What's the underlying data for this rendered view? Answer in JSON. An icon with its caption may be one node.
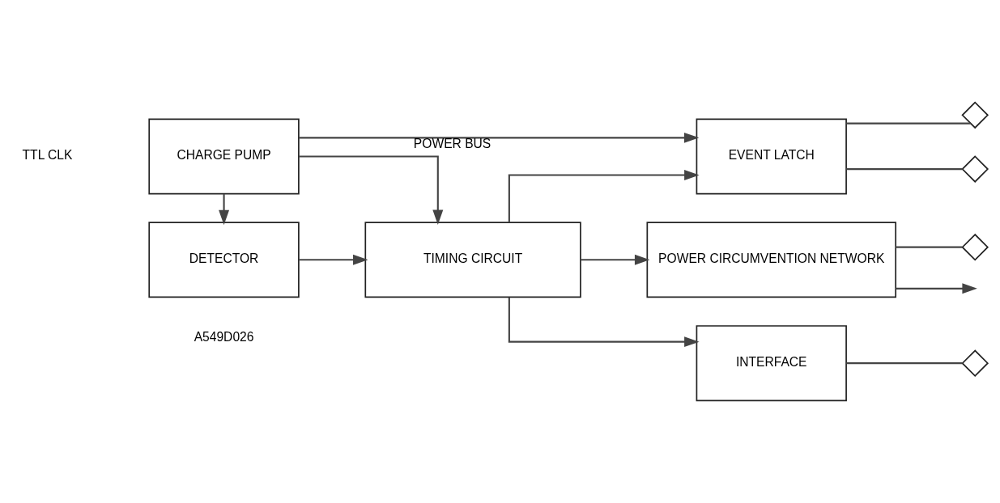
{
  "diagram": {
    "nodes": [
      {
        "text": [
          "CHARGE PUMP"
        ]
      },
      {
        "text": [
          "DETECTOR"
        ]
      },
      {
        "text": [
          "EVENT LATCH"
        ]
      },
      {
        "text": [
          "TIMING CIRCUIT"
        ]
      },
      {
        "text": [
          "POWER CIRCUMVENTION NETWORK"
        ]
      },
      {
        "text": [
          "INTERFACE"
        ]
      },
      {
        "text": [],
        "shape": "diamond"
      },
      {
        "text": [],
        "shape": "diamond"
      },
      {
        "text": [],
        "shape": "diamond"
      },
      {
        "text": [],
        "shape": "diamond"
      }
    ],
    "edges": [
      {
        "from": 0,
        "to": 1,
        "arrow": "to"
      },
      {
        "from": 0,
        "to": 2,
        "arrow": "to",
        "label": "POWER BUS"
      },
      {
        "from": 0,
        "to": 3,
        "arrow": "to"
      },
      {
        "from": 1,
        "to": 3,
        "arrow": "to"
      },
      {
        "from": 3,
        "to": 2,
        "arrow": "to"
      },
      {
        "from": 3,
        "to": 4,
        "arrow": "to"
      },
      {
        "from": 3,
        "to": 5,
        "arrow": "to"
      },
      {
        "from": 2,
        "to": 6,
        "arrow": "none"
      },
      {
        "from": 2,
        "to": 7,
        "arrow": "none"
      },
      {
        "from": 4,
        "to": 8,
        "arrow": "none"
      },
      {
        "from": 4,
        "to": null,
        "arrow": "to"
      },
      {
        "from": 5,
        "to": 9,
        "arrow": "none"
      }
    ],
    "labels": [
      "TTL CLK",
      "A549D026"
    ]
  }
}
